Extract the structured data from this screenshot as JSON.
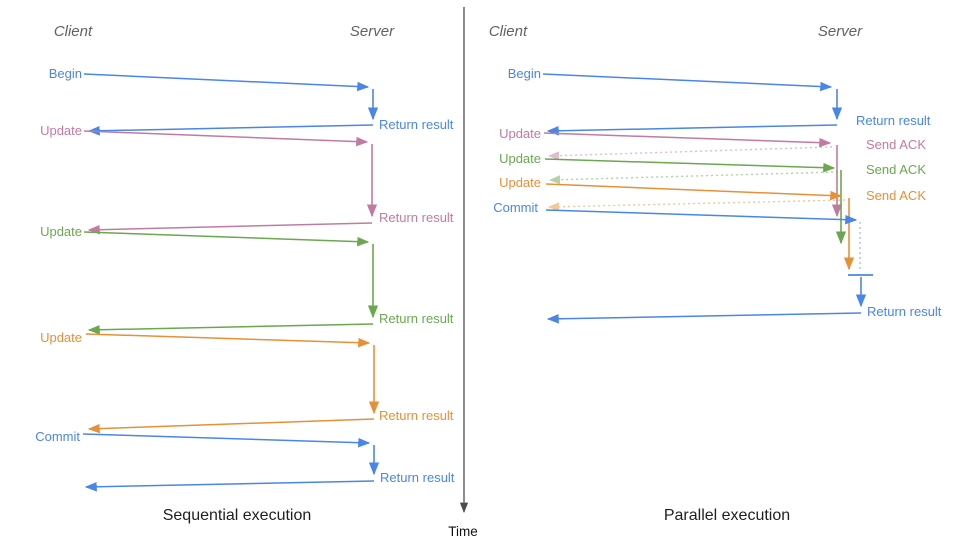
{
  "colors": {
    "blue": "#4a86e8",
    "pink": "#c27ba0",
    "green": "#6aa84f",
    "orange": "#e69138",
    "axis": "#4d4d4d"
  },
  "panels": {
    "sequential": {
      "client_header": "Client",
      "server_header": "Server",
      "title": "Sequential execution",
      "messages": [
        {
          "request": "Begin",
          "response": "Return result"
        },
        {
          "request": "Update",
          "response": "Return result"
        },
        {
          "request": "Update",
          "response": "Return result"
        },
        {
          "request": "Update",
          "response": "Return result"
        },
        {
          "request": "Commit",
          "response": "Return result"
        }
      ]
    },
    "parallel": {
      "client_header": "Client",
      "server_header": "Server",
      "title": "Parallel execution",
      "messages": [
        {
          "request": "Begin",
          "response": "Return result"
        },
        {
          "request": "Update",
          "response": "Send ACK"
        },
        {
          "request": "Update",
          "response": "Send ACK"
        },
        {
          "request": "Update",
          "response": "Send ACK"
        },
        {
          "request": "Commit",
          "response": "Return result"
        }
      ],
      "final_response": "Return result"
    }
  },
  "time_axis": {
    "label": "Time"
  }
}
